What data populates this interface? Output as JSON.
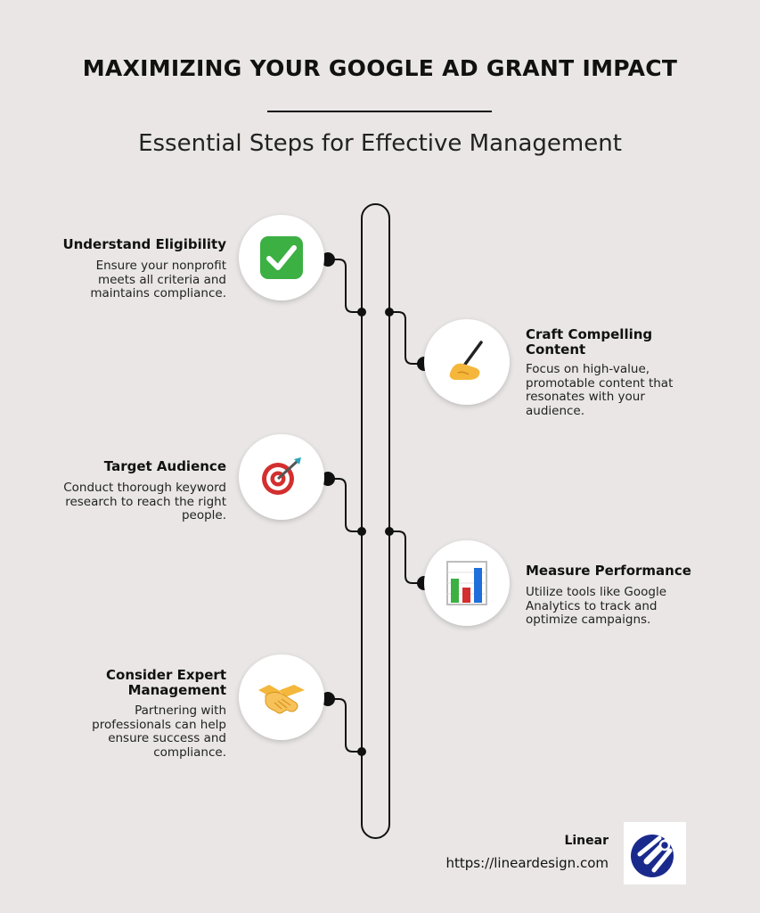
{
  "header": {
    "title": "MAXIMIZING YOUR GOOGLE AD GRANT IMPACT",
    "subtitle": "Essential Steps for Effective Management"
  },
  "steps": [
    {
      "title": "Understand Eligibility",
      "description": "Ensure your nonprofit meets all criteria and maintains compliance.",
      "icon": "check-mark-icon"
    },
    {
      "title": "Craft Compelling Content",
      "description": "Focus on high-value, promotable content that resonates with your audience.",
      "icon": "writing-hand-icon"
    },
    {
      "title": "Target Audience",
      "description": "Conduct thorough keyword research to reach the right people.",
      "icon": "target-icon"
    },
    {
      "title": "Measure Performance",
      "description": "Utilize tools like Google Analytics to track and optimize campaigns.",
      "icon": "bar-chart-icon"
    },
    {
      "title": "Consider Expert Management",
      "description": "Partnering with professionals can help ensure success and compliance.",
      "icon": "handshake-icon"
    }
  ],
  "brand": {
    "name": "Linear",
    "url": "https://lineardesign.com",
    "logo_color": "#1a2a8c"
  },
  "colors": {
    "background": "#e9e6e5",
    "line": "#111111",
    "check_green": "#3cb043",
    "target_red": "#d32f2f"
  }
}
